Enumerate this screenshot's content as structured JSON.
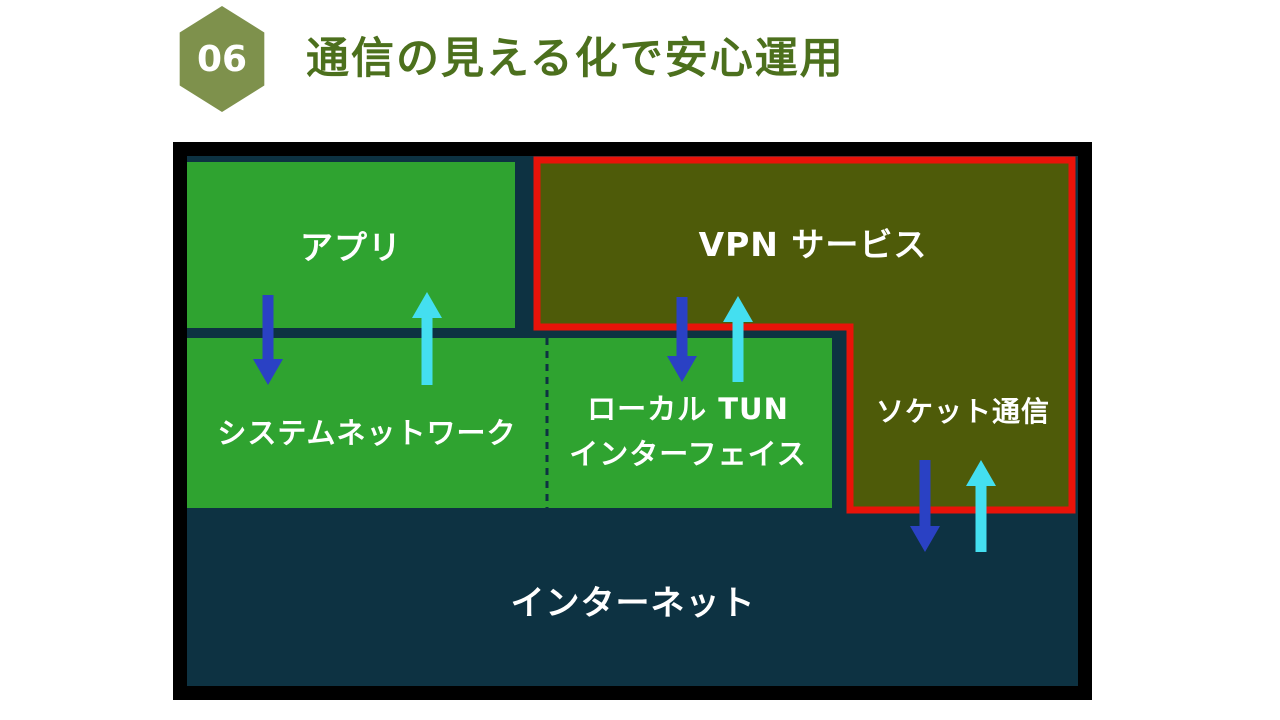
{
  "header": {
    "badge_number": "06",
    "title": "通信の見える化で安心運用"
  },
  "diagram": {
    "app_box": {
      "label": "アプリ"
    },
    "vpn_box": {
      "label": "VPN サービス"
    },
    "system_network_box": {
      "label": "システムネットワーク"
    },
    "local_tun_box": {
      "label_line1": "ローカル TUN",
      "label_line2": "インターフェイス"
    },
    "socket_label": "ソケット通信",
    "internet_area": {
      "label": "インターネット"
    },
    "arrows": [
      {
        "between": "app / system-network",
        "direction": "down",
        "color": "blue"
      },
      {
        "between": "system-network / app",
        "direction": "up",
        "color": "cyan"
      },
      {
        "between": "vpn-service / local-tun",
        "direction": "down",
        "color": "blue"
      },
      {
        "between": "local-tun / vpn-service",
        "direction": "up",
        "color": "cyan"
      },
      {
        "between": "socket / internet",
        "direction": "down",
        "color": "blue"
      },
      {
        "between": "internet / socket",
        "direction": "up",
        "color": "cyan"
      }
    ]
  },
  "colors": {
    "badge_olive": "#7e914c",
    "title_green": "#4c701d",
    "box_green": "#2fa330",
    "vpn_olive": "#4e5b09",
    "vpn_border_red": "#e81309",
    "navy_background": "#0d3242",
    "frame_black": "#000000",
    "arrow_blue": "#2a41c4",
    "arrow_cyan": "#44dff0",
    "label_white": "#ffffff"
  }
}
